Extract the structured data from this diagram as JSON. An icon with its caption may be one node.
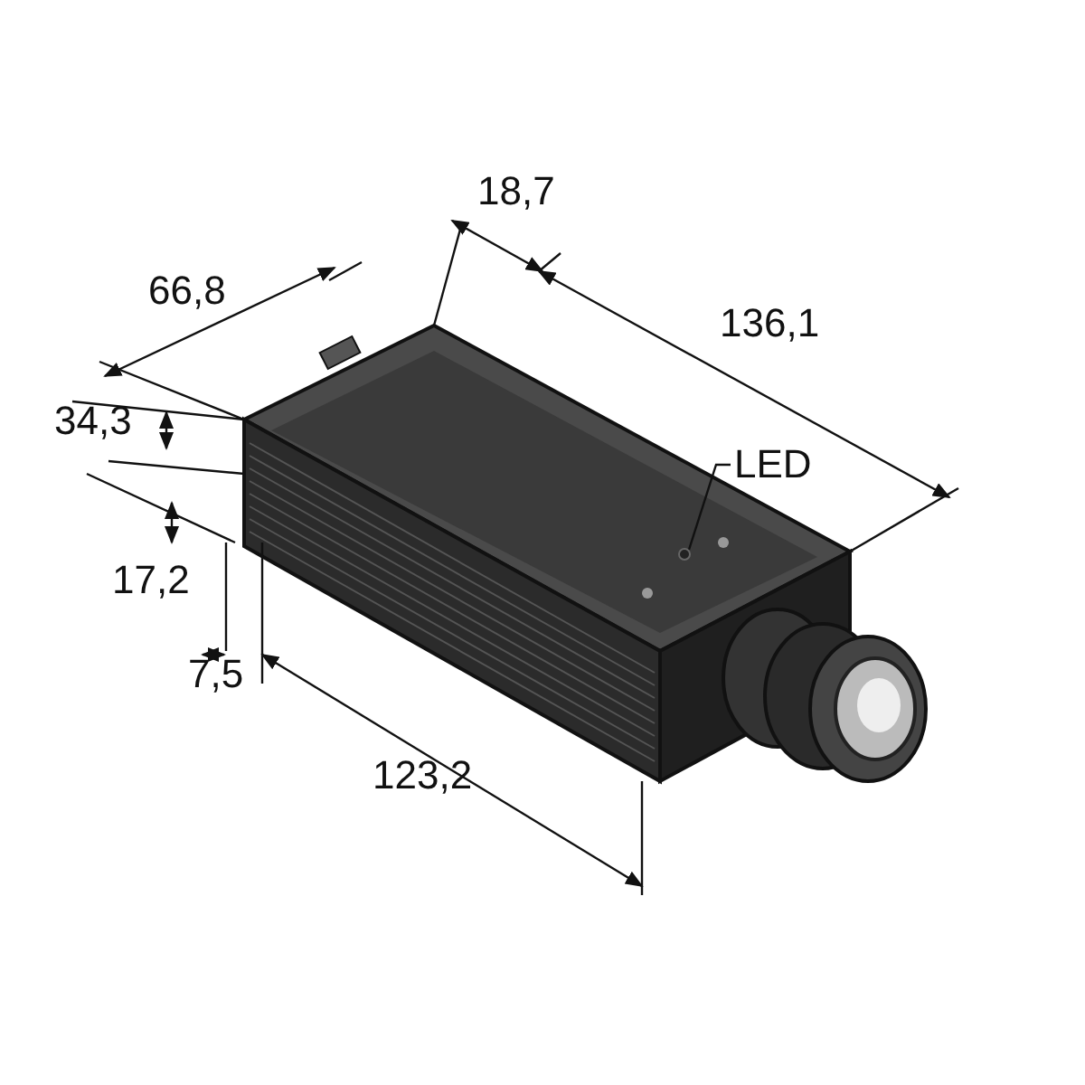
{
  "diagram": {
    "nodes": [
      {
        "text": [
          "LED"
        ]
      },
      {
        "text": [],
        "shape": "circle"
      }
    ],
    "edges": [
      {
        "from": 0,
        "to": 1,
        "arrow": "none"
      }
    ],
    "labels": [
      "18,7",
      "66,8",
      "136,1",
      "34,3",
      "17,2",
      "7,5",
      "123,2"
    ]
  }
}
